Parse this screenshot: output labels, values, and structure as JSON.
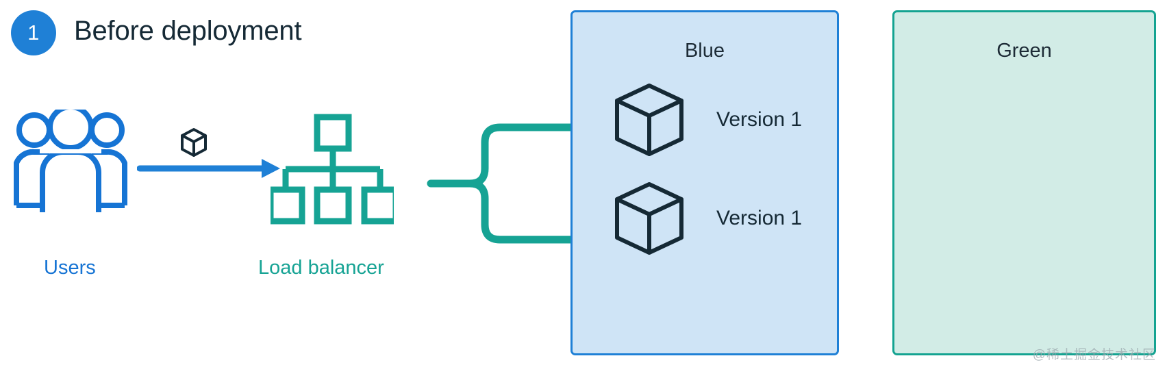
{
  "step": {
    "number": "1",
    "title": "Before deployment",
    "badge_color": "#1f80d6",
    "title_color": "#152935"
  },
  "flow": {
    "users": {
      "label": "Users",
      "color": "#1674d4",
      "icon": "users-group-icon"
    },
    "package": {
      "icon": "cube-icon",
      "color": "#152935"
    },
    "request_arrow": {
      "icon": "arrow-right-icon",
      "color": "#1f80d6"
    },
    "load_balancer": {
      "label": "Load balancer",
      "color": "#16a394",
      "icon": "hierarchy-icon"
    },
    "routing_connector": {
      "icon": "split-arrow-icon",
      "color": "#16a394",
      "branches": 2
    }
  },
  "environments": [
    {
      "name": "blue",
      "title": "Blue",
      "fill": "#cfe4f6",
      "border": "#1f80d6",
      "title_color": "#1d2b36",
      "instances": [
        {
          "label": "Version 1",
          "icon": "cube-icon"
        },
        {
          "label": "Version 1",
          "icon": "cube-icon"
        }
      ]
    },
    {
      "name": "green",
      "title": "Green",
      "fill": "#d2ece6",
      "border": "#14a391",
      "title_color": "#1d2b36",
      "instances": []
    }
  ],
  "watermark": {
    "text": "@稀土掘金技术社区"
  }
}
